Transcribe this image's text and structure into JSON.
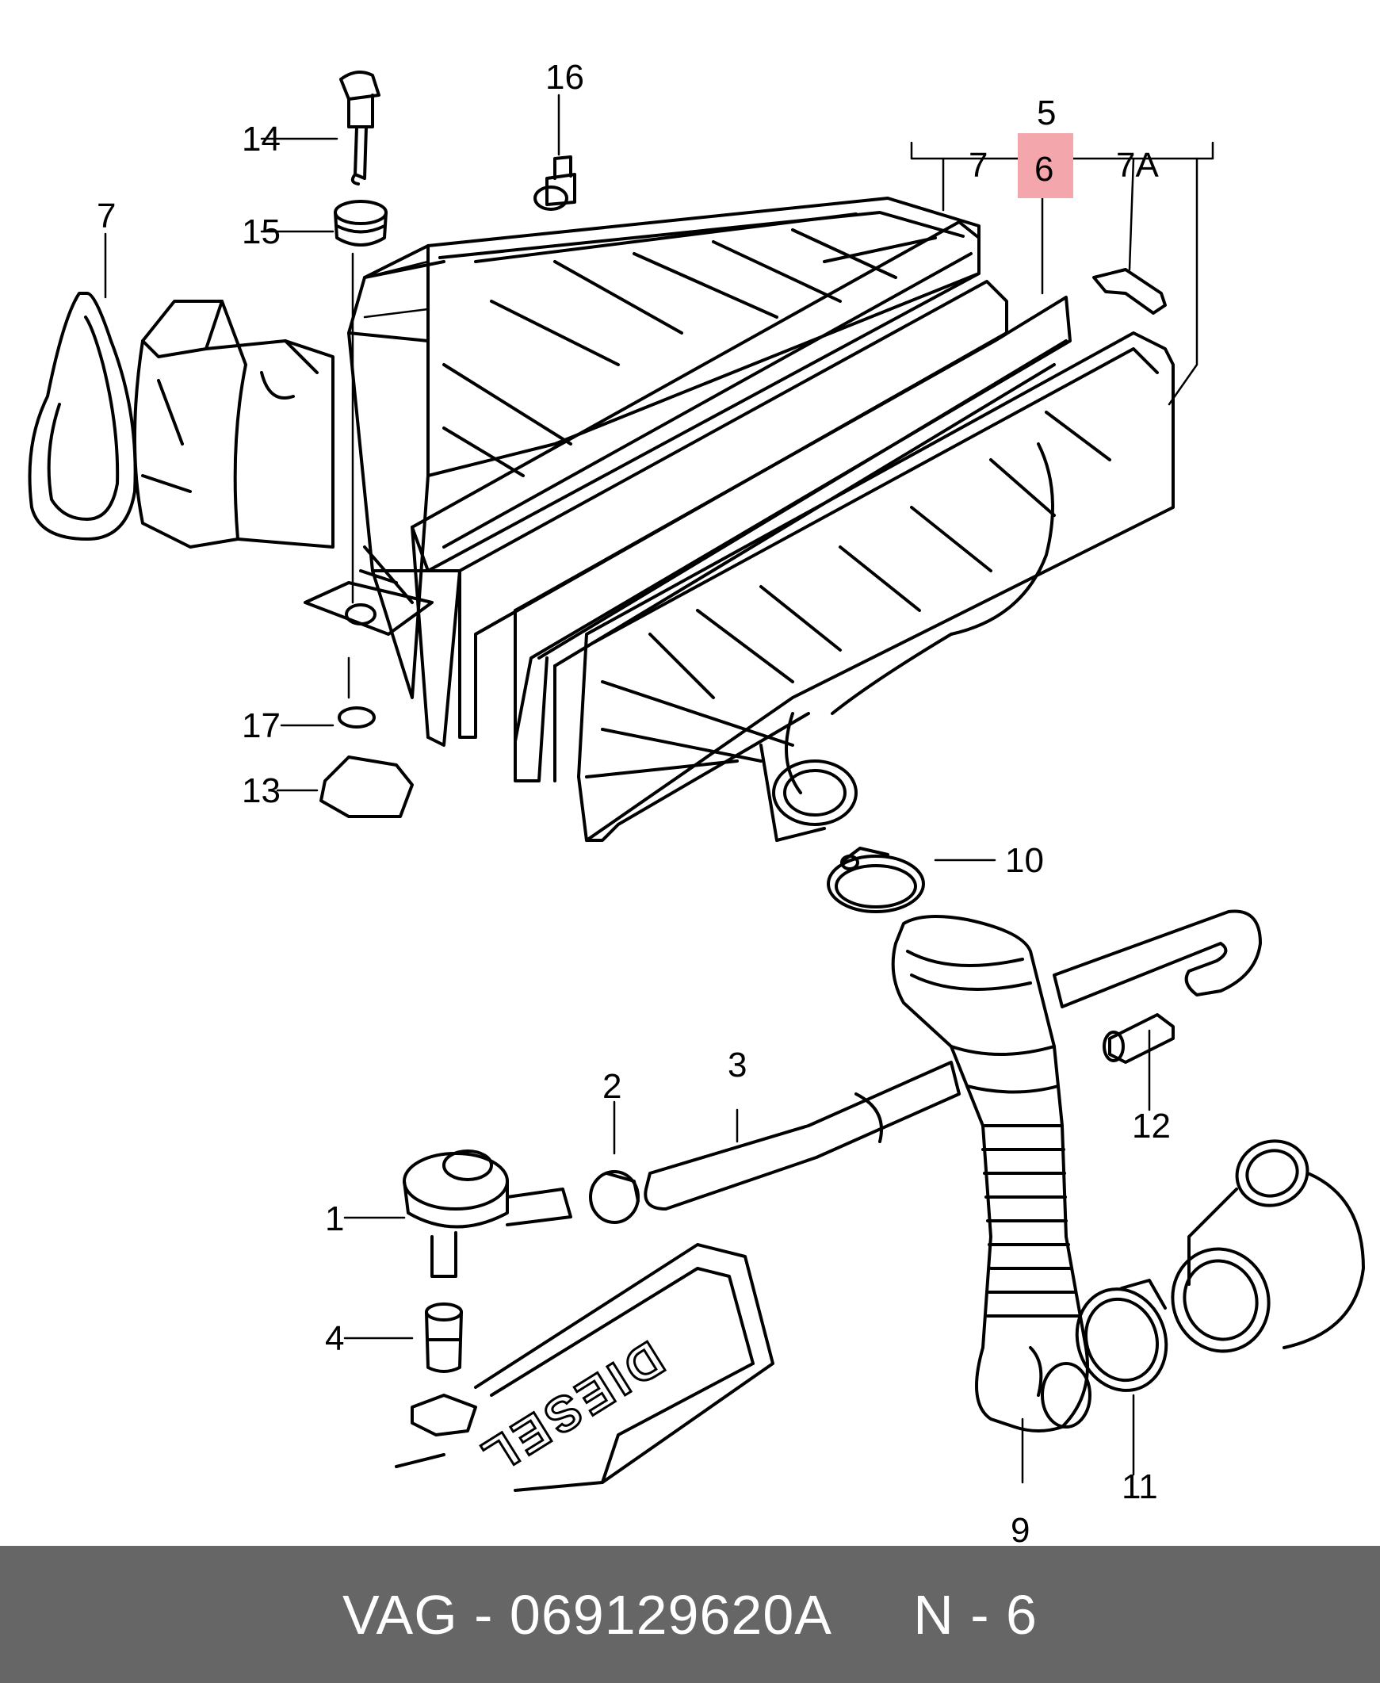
{
  "diagram": {
    "labels": [
      "16",
      "14",
      "15",
      "7",
      "5",
      "7",
      "6",
      "7A",
      "17",
      "13",
      "10",
      "12",
      "3",
      "2",
      "1",
      "4",
      "9",
      "11"
    ],
    "highlight_color": "#f4a6ad",
    "highlight_text_color": "#b11a2a",
    "cover_text": "DIESEL"
  },
  "footer": {
    "brand": "VAG",
    "separator": " - ",
    "part_number": "069129620A",
    "gap": "     ",
    "page_ref": "N - 6",
    "background": "#666666"
  }
}
